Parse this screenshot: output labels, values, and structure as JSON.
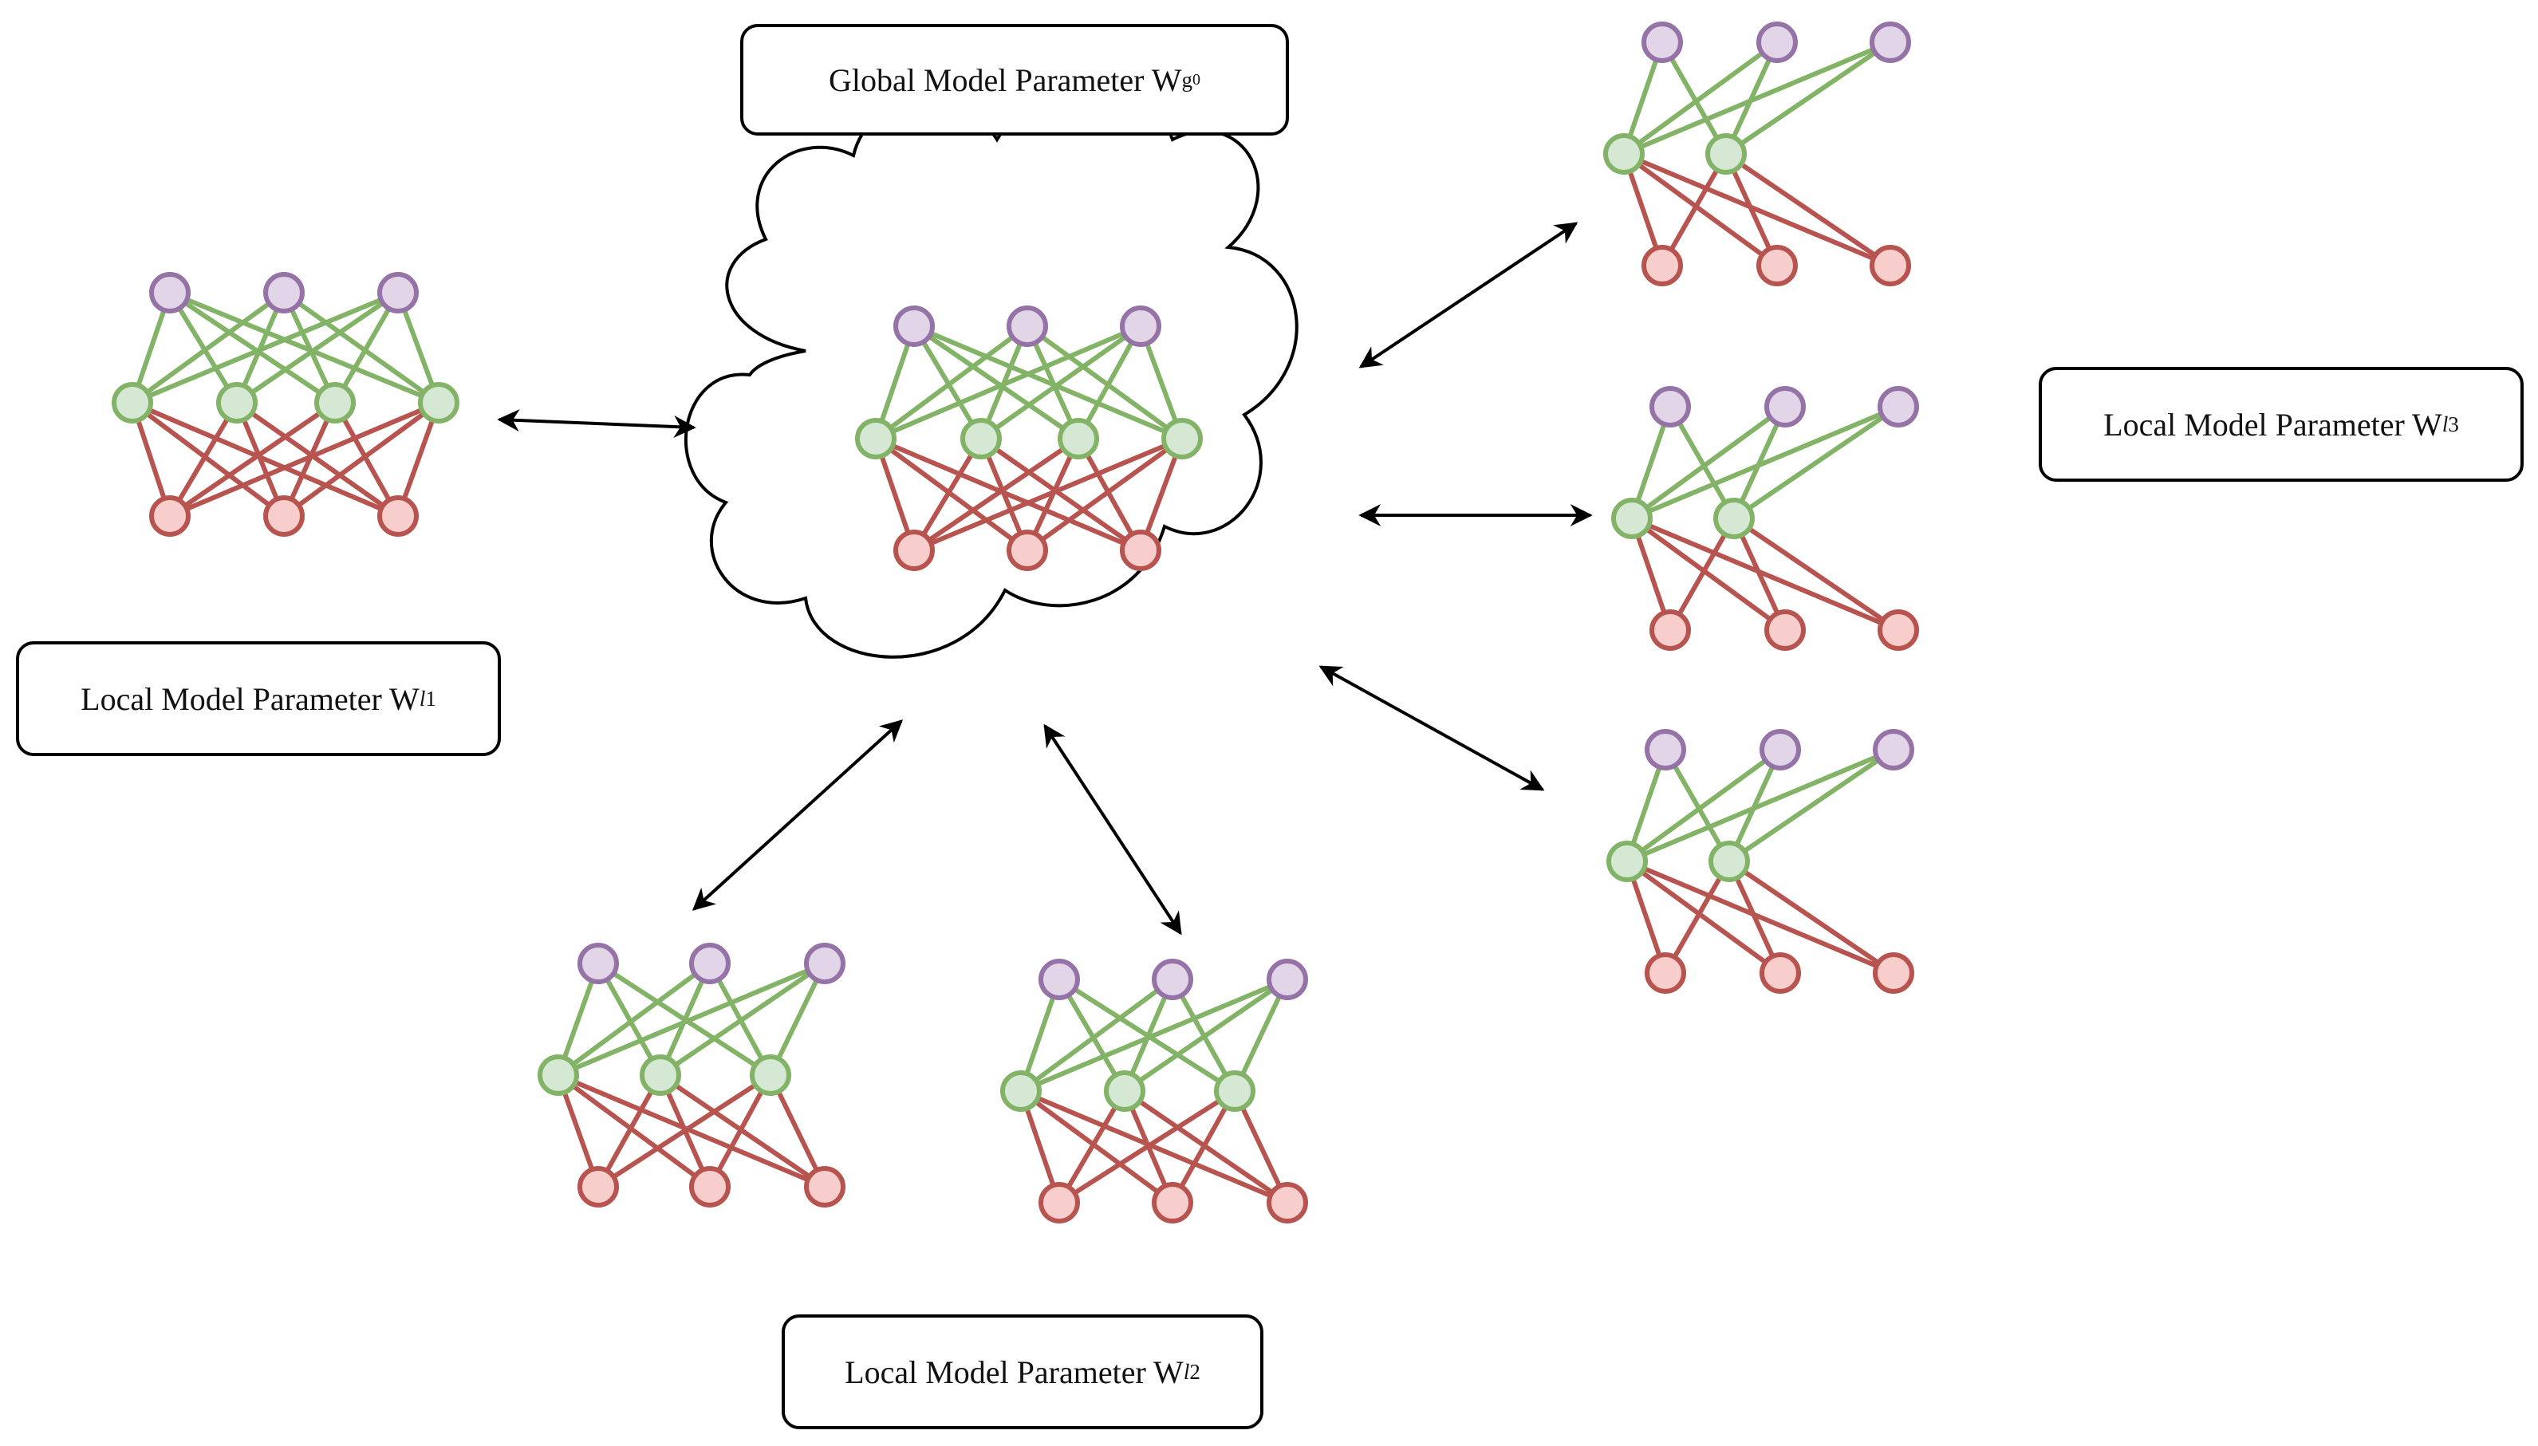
{
  "global_label": {
    "prefix": "Global Model Parameter W",
    "sub": "g",
    "sup": "0"
  },
  "local_labels": [
    {
      "prefix": "Local Model Parameter W",
      "sub": "l",
      "sup": "1"
    },
    {
      "prefix": "Local Model Parameter W",
      "sub": "l",
      "sup": "2"
    },
    {
      "prefix": "Local Model Parameter W",
      "sub": "l",
      "sup": "3"
    }
  ],
  "colors": {
    "top_fill": "#e1d5e7",
    "top_stroke": "#9673a6",
    "mid_fill": "#d5e8d4",
    "mid_stroke": "#82b366",
    "bot_fill": "#f8cecc",
    "bot_stroke": "#b85450",
    "green_edge": "#82b366",
    "red_edge": "#b85450",
    "arrow": "#000000"
  }
}
